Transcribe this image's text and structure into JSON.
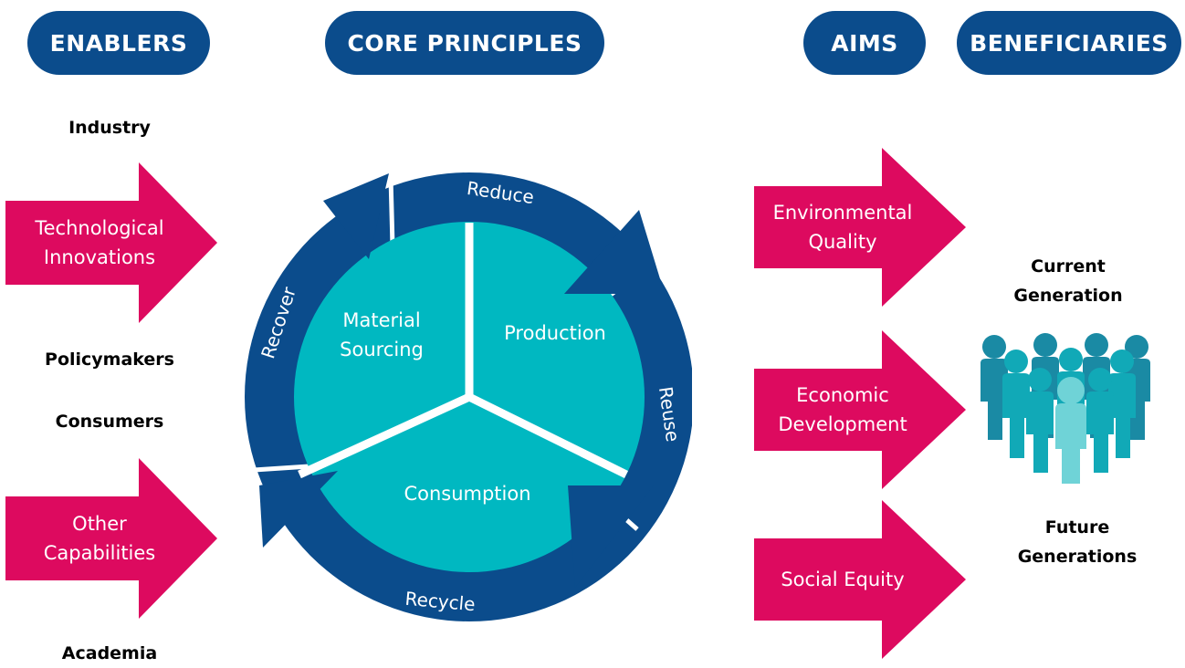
{
  "headers": {
    "enablers": "ENABLERS",
    "core_principles": "CORE PRINCIPLES",
    "aims": "AIMS",
    "beneficiaries": "BENEFICIARIES"
  },
  "enablers": {
    "industry": "Industry",
    "technological_innovations": "Technological\nInnovations",
    "policymakers": "Policymakers",
    "consumers": "Consumers",
    "other_capabilities": "Other\nCapabilities",
    "academia": "Academia"
  },
  "core": {
    "sectors": {
      "material_sourcing": "Material\nSourcing",
      "production": "Production",
      "consumption": "Consumption"
    },
    "ring": {
      "reduce": "Reduce",
      "reuse": "Reuse",
      "recycle": "Recycle",
      "recover": "Recover"
    }
  },
  "aims": {
    "environmental_quality": "Environmental\nQuality",
    "economic_development": "Economic\nDevelopment",
    "social_equity": "Social Equity"
  },
  "beneficiaries": {
    "current_generation": "Current\nGeneration",
    "future_generations": "Future\nGenerations"
  },
  "colors": {
    "navy": "#0b4c8c",
    "magenta": "#dd0a5f",
    "teal": "#00b8c1",
    "people_dark": "#1a8aa4",
    "people_mid": "#11a9b7",
    "people_light": "#6fd3d7"
  },
  "icons": {
    "arrows": "right-arrow-icon",
    "people": "people-group-icon"
  }
}
